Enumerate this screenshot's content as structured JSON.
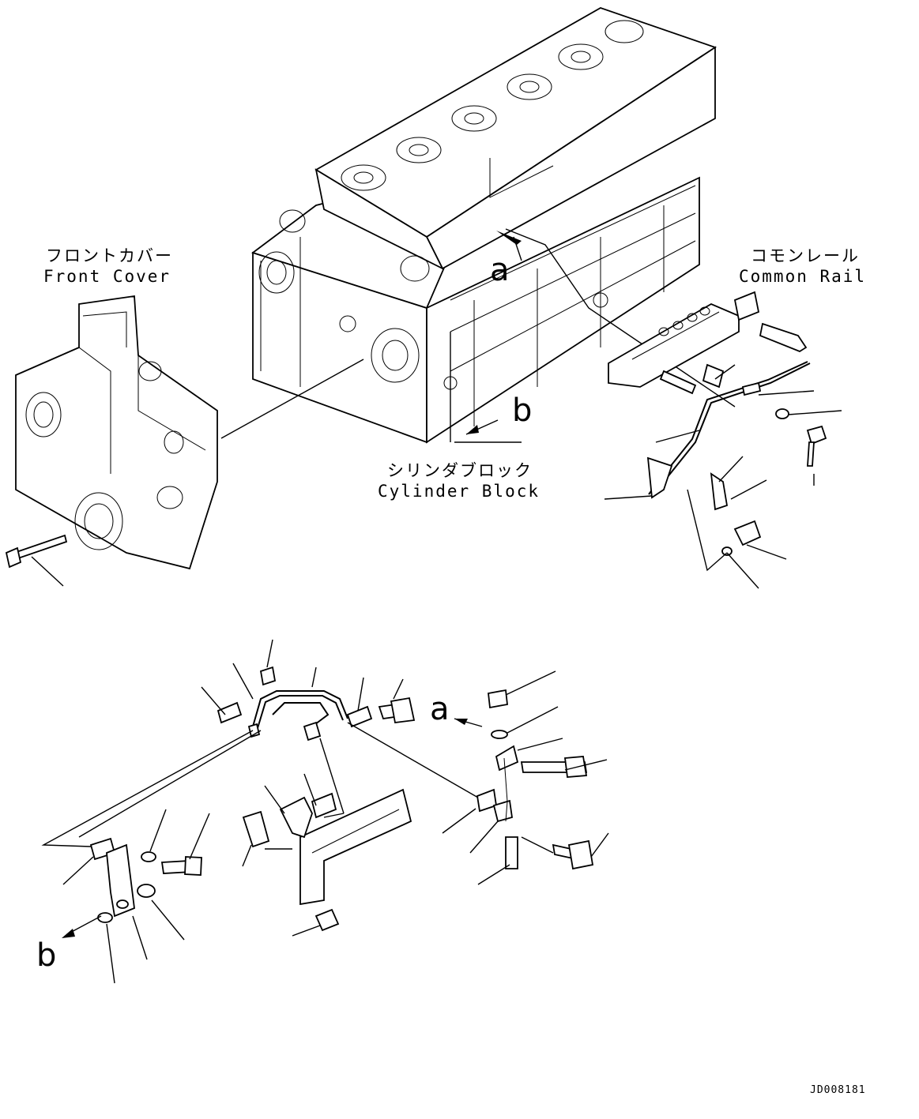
{
  "labels": {
    "front_cover_jp": "フロントカバー",
    "front_cover_en": "Front Cover",
    "common_rail_jp": "コモンレール",
    "common_rail_en": "Common Rail",
    "cylinder_block_jp": "シリンダブロック",
    "cylinder_block_en": "Cylinder Block"
  },
  "view_markers": {
    "a_top": "a",
    "b_top": "b",
    "a_bottom": "a",
    "b_bottom": "b"
  },
  "doc_id": "JD008181"
}
